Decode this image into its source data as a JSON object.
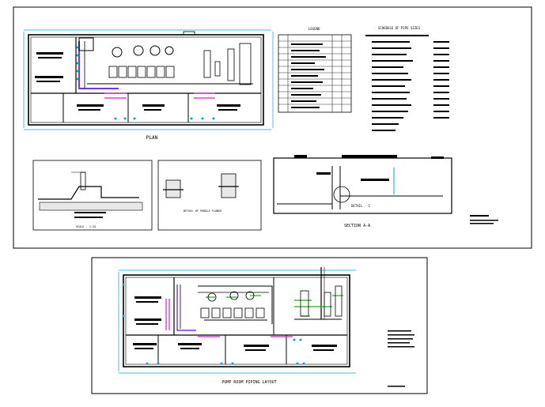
{
  "sheet_1": {
    "plan_title": "PLAN",
    "section_title": "SECTION A-A",
    "detail_label": "DETAIL - C",
    "flange_title": "DETAIL OF PUDDLE FLANGE",
    "soak_pit_scale": "SCALE - 1:25",
    "legend_heading": "LEGEND",
    "schedule_heading": "SCHEDULE OF PIPE SIZES"
  },
  "sheet_2": {
    "layout_title": "PUMP ROOM PIPING LAYOUT"
  },
  "colors": {
    "line": "#000000",
    "fire_pipe": "#7733ff",
    "valve": "#cc22cc",
    "flow": "#22aa22",
    "dimension": "#00aacc",
    "fill": "#e8e8e8"
  }
}
